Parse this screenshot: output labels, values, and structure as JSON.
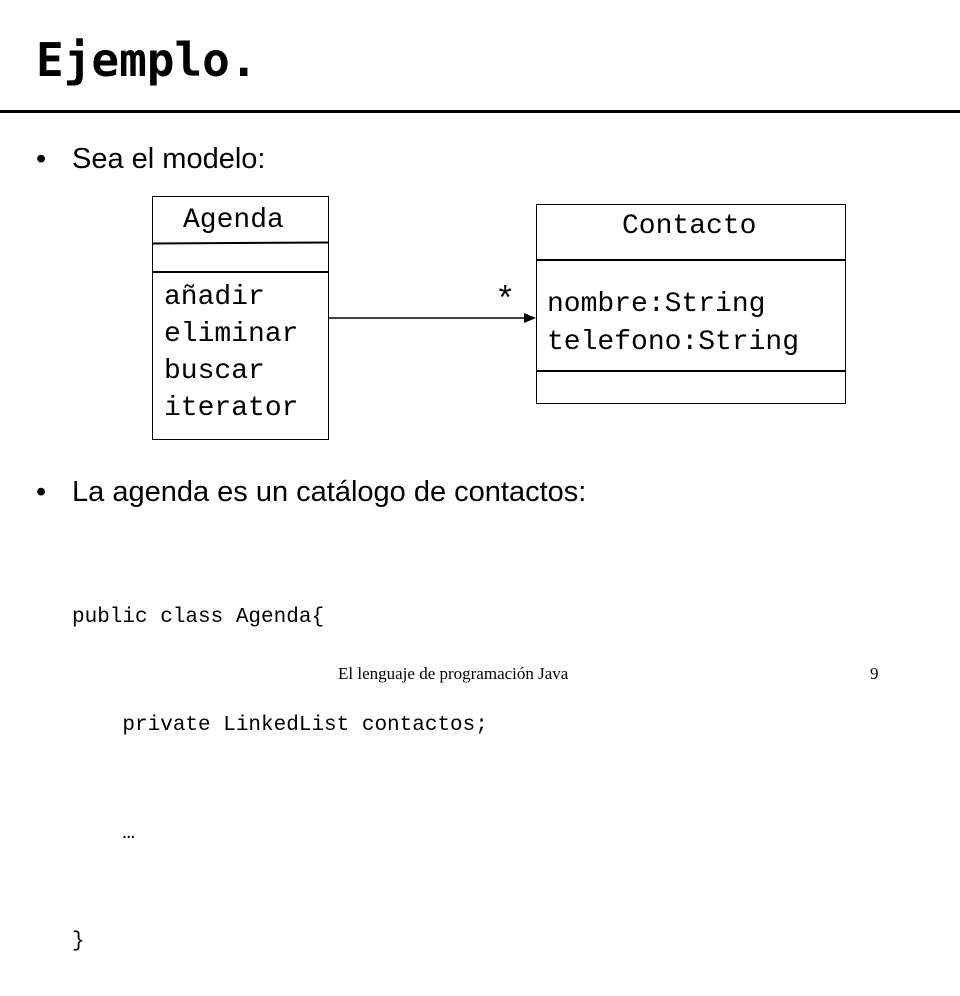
{
  "slide": {
    "title": "Ejemplo.",
    "bullets": [
      {
        "marker": "•",
        "text": "Sea el modelo:"
      },
      {
        "marker": "•",
        "text": "La agenda es un catálogo de contactos:"
      }
    ]
  },
  "diagram": {
    "classes": [
      {
        "name": "Agenda",
        "attributes": [],
        "operations": [
          "añadir",
          "eliminar",
          "buscar",
          "iterator"
        ]
      },
      {
        "name": "Contacto",
        "attributes": [
          "nombre:String",
          "telefono:String"
        ],
        "operations": []
      }
    ],
    "association": {
      "from": "Agenda",
      "to": "Contacto",
      "multiplicity": "*",
      "navigable": true
    }
  },
  "code": {
    "lines": [
      "public class Agenda{",
      "    private LinkedList contactos;",
      "    …",
      "}"
    ]
  },
  "footer": {
    "text": "El lenguaje de programación Java",
    "page": "9"
  }
}
